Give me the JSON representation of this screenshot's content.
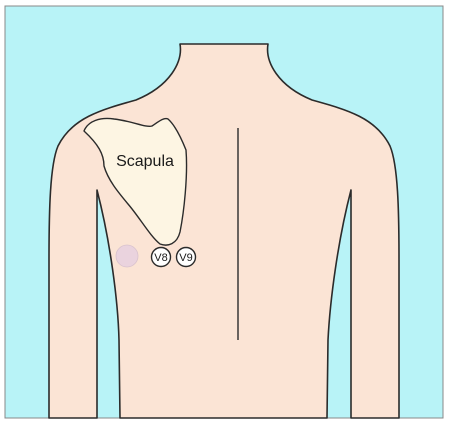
{
  "colors": {
    "background": "#b8f3f7",
    "skin": "#fbe4d5",
    "scapula": "#fdf5e3",
    "electrode_fill": "#ffffff",
    "electrode_marker": "#ead3de",
    "outline": "#2b2b2b"
  },
  "labels": {
    "scapula": "Scapula",
    "lead_v8": "V8",
    "lead_v9": "V9"
  }
}
